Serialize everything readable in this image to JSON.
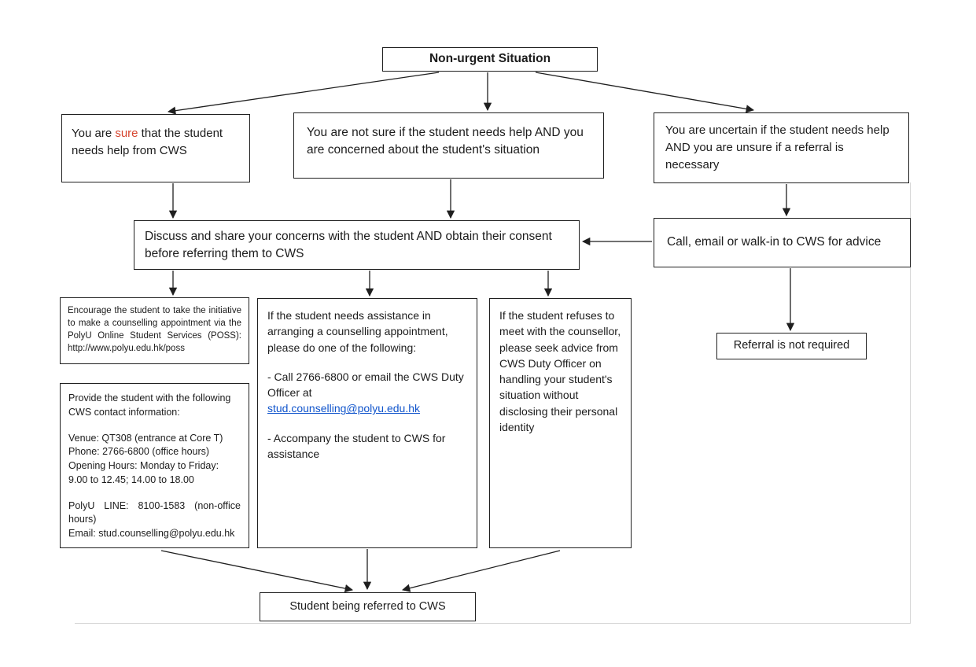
{
  "diagram_title": "Non-urgent Situation",
  "colors": {
    "highlight_red": "#d6452f",
    "link_blue": "#1155cc"
  },
  "boxes": {
    "non_urgent": {
      "label": "Non-urgent Situation"
    },
    "sure": {
      "prefix": "You are ",
      "highlight": "sure",
      "suffix": " that the student needs help from CWS"
    },
    "not_sure": {
      "text": "You are not sure if the student needs help AND you are concerned about the student's situation"
    },
    "uncertain": {
      "text": "You are uncertain if the student needs help AND you are unsure if a referral is necessary"
    },
    "discuss": {
      "text": "Discuss and share your concerns with the student AND obtain their consent before referring them to CWS"
    },
    "call_cws": {
      "text": "Call, email or walk-in to CWS for advice"
    },
    "encourage": {
      "text": "Encourage the student to take the initiative to make a counselling appointment via the PolyU Online Student Services (POSS): http://www.polyu.edu.hk/poss"
    },
    "provide": {
      "intro": "Provide the student with the following CWS contact information:",
      "venue": "Venue: QT308 (entrance at Core T)",
      "phone": "Phone: 2766-6800 (office hours)",
      "hours_label": "Opening Hours: Monday to Friday:",
      "hours_value": "9.00 to 12.45; 14.00 to 18.00",
      "line_phone": "PolyU LINE: 8100-1583 (non-office hours)",
      "email": "Email: stud.counselling@polyu.edu.hk"
    },
    "assistance": {
      "intro": "If the student needs assistance in arranging a counselling appointment, please do one of the following:",
      "option1_prefix": "- Call 2766-6800 or email the CWS Duty Officer at ",
      "option1_link": "stud.counselling@polyu.edu.hk",
      "option2": "- Accompany the student to CWS for assistance"
    },
    "refuses": {
      "text": "If the student refuses to meet with the counsellor, please seek advice from CWS Duty Officer on handling your student's situation without disclosing their personal identity"
    },
    "no_referral": {
      "label": "Referral is not required"
    },
    "referred": {
      "label": "Student being referred to CWS"
    }
  }
}
